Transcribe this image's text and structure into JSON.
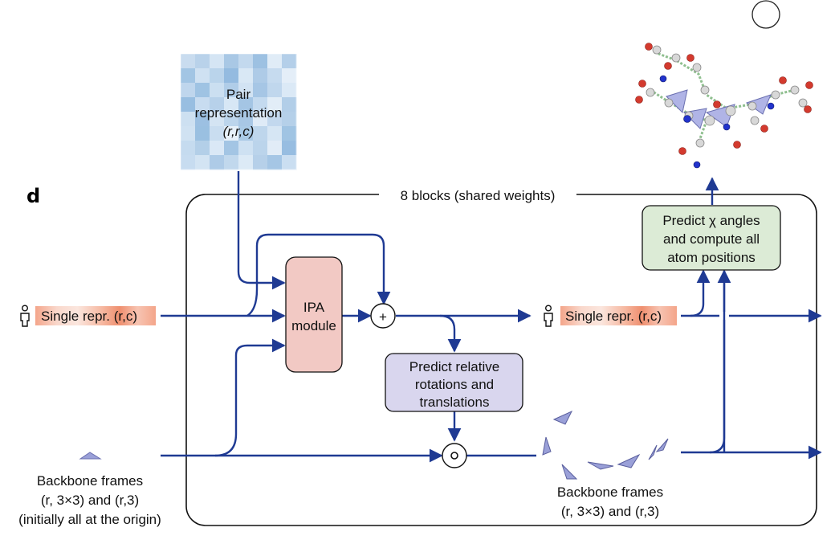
{
  "panel_label": "d",
  "loop_label": "8 blocks (shared weights)",
  "pair_repr": {
    "line1": "Pair",
    "line2": "representation",
    "line3": "(r,r,c)",
    "colors": [
      "#c9dcef",
      "#b9d2ea",
      "#d5e5f4",
      "#a9c8e5",
      "#c3d9ee",
      "#9dc1e2",
      "#e0ecf7",
      "#b4cfe9",
      "#a2c5e4",
      "#cfe1f2",
      "#bad4eb",
      "#94bbe0",
      "#d9e8f5",
      "#aecbe7",
      "#c6dbef",
      "#e4eef8",
      "#bfd6ed",
      "#9fc3e3",
      "#cbdff1",
      "#b0cde8",
      "#d2e3f3",
      "#a6c6e5",
      "#c0d7ed",
      "#dbe9f6",
      "#98bee1",
      "#c8dcf0",
      "#b7d1ea",
      "#d7e7f5",
      "#a4c5e4",
      "#c4daef",
      "#e2edf7",
      "#b2cee8",
      "#cde0f1",
      "#9cc0e2",
      "#d4e4f3",
      "#bcd5ec",
      "#a8c7e5",
      "#dfebf7",
      "#c2d8ee",
      "#b5d0e9",
      "#d0e2f2",
      "#9ac0e1",
      "#c9ddf0",
      "#e6f0f9",
      "#aacae6",
      "#bed6ec",
      "#d6e6f4",
      "#a0c4e3",
      "#c5dbef",
      "#b3cfe8",
      "#dae8f6",
      "#a3c5e4",
      "#cee1f2",
      "#bbd4eb",
      "#e1ecf7",
      "#97bde1",
      "#c7dcf0",
      "#d3e4f3",
      "#aecbe7",
      "#c1d8ed",
      "#dceaf6",
      "#b6d0e9",
      "#a5c6e5",
      "#cadef1"
    ]
  },
  "single_left": {
    "text": "Single repr. (r,c)"
  },
  "single_right": {
    "text": "Single repr. (r,c)"
  },
  "ipa": {
    "line1": "IPA",
    "line2": "module"
  },
  "plus_symbol": "+",
  "compose_symbol": "○",
  "predict_rot": {
    "line1": "Predict relative",
    "line2": "rotations and",
    "line3": "translations"
  },
  "predict_chi": {
    "line1": "Predict χ angles",
    "line2": "and compute all",
    "line3": "atom positions"
  },
  "backbone_left": {
    "line1": "Backbone frames",
    "line2": "(r, 3×3) and (r,3)",
    "line3": "(initially all at the origin)"
  },
  "backbone_right": {
    "line1": "Backbone frames",
    "line2": "(r, 3×3) and (r,3)"
  },
  "colors": {
    "arrow": "#1f3a93",
    "ipa_fill": "#f2c9c4",
    "rot_fill": "#d9d6ee",
    "chi_fill": "#dcebd6",
    "single_fill": "#f4a58a",
    "frame_fill": "#9aa0d8"
  },
  "icons": [
    "person-icon",
    "triangle-frame-icon",
    "protein-structure-icon",
    "circle-icon"
  ]
}
